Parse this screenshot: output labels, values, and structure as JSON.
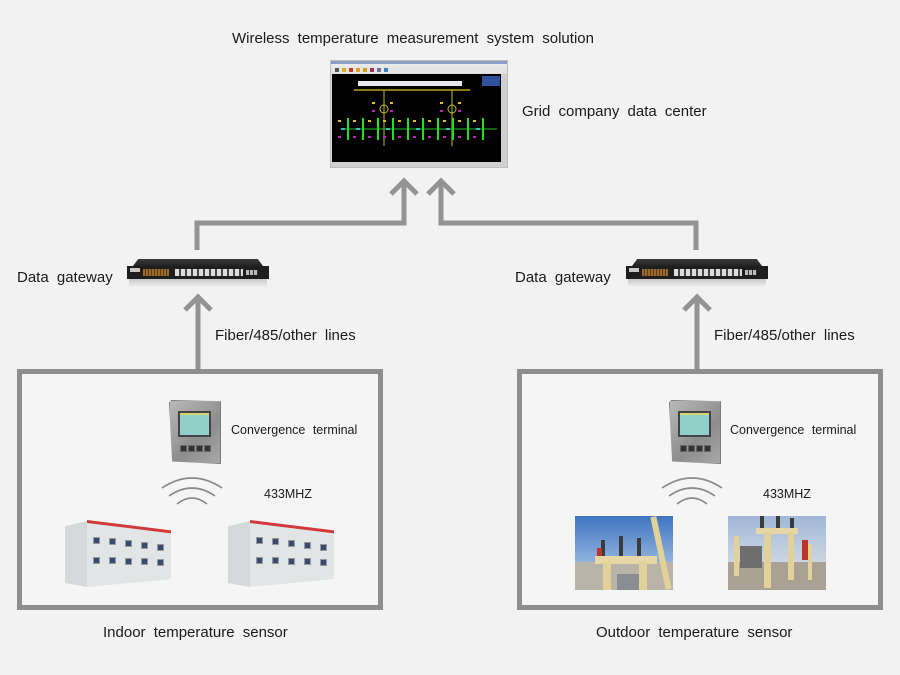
{
  "title": "Wireless temperature measurement system solution",
  "data_center": {
    "label": "Grid company data center",
    "icon": "scada-monitor-screen"
  },
  "gateways": [
    {
      "label": "Data gateway",
      "icon": "network-switch",
      "link_label": "Fiber/485/other lines"
    },
    {
      "label": "Data gateway",
      "icon": "network-switch",
      "link_label": "Fiber/485/other lines"
    }
  ],
  "sites": [
    {
      "name": "Indoor temperature sensor",
      "terminal_label": "Convergence terminal",
      "frequency": "433MHZ",
      "equipment_icon": "switchgear-cabinet",
      "equipment_count": 2
    },
    {
      "name": "Outdoor temperature sensor",
      "terminal_label": "Convergence terminal",
      "frequency": "433MHZ",
      "equipment_icon": "outdoor-substation-photo",
      "equipment_count": 2
    }
  ],
  "colors": {
    "background": "#f2f2f2",
    "connector": "#8e8e8e",
    "text": "#1a1a1a"
  }
}
